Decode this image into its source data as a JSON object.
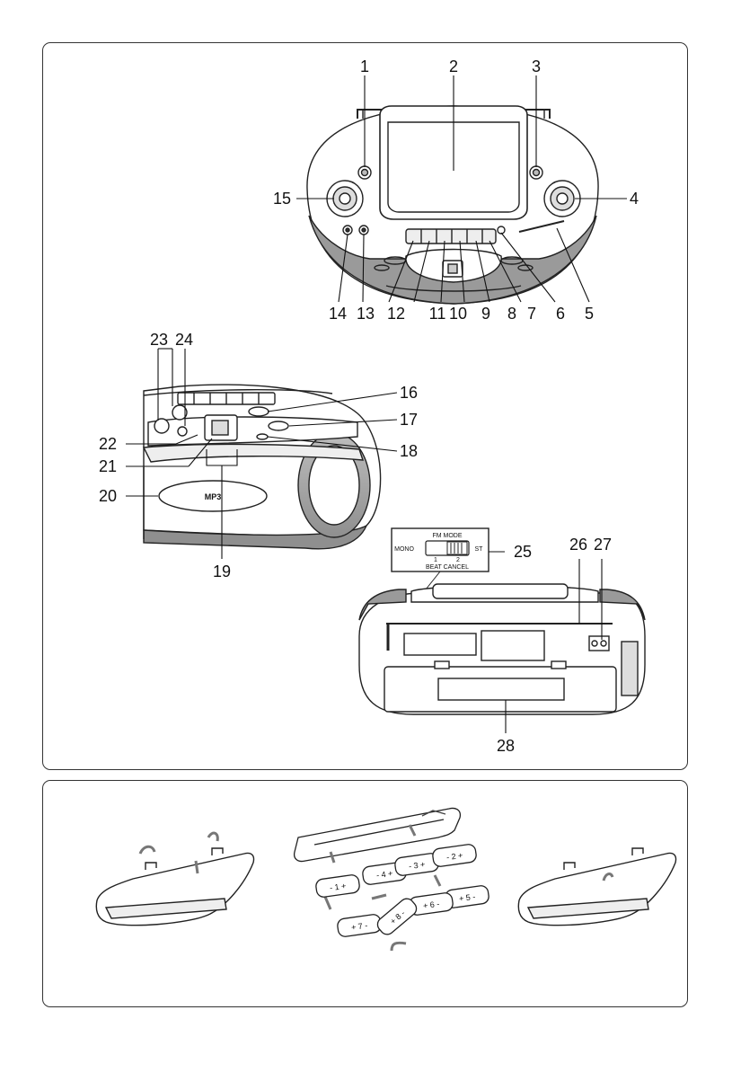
{
  "callouts": [
    "1",
    "2",
    "3",
    "4",
    "5",
    "6",
    "7",
    "8",
    "9",
    "10",
    "11",
    "12",
    "13",
    "14",
    "15",
    "16",
    "17",
    "18",
    "19",
    "20",
    "21",
    "22",
    "23",
    "24",
    "25",
    "26",
    "27",
    "28"
  ],
  "fm_switch": {
    "title": "FM MODE",
    "left": "MONO",
    "right": "ST",
    "pos1": "1",
    "pos2": "2",
    "bottom": "BEAT CANCEL"
  },
  "front_badge": "MP3",
  "battery_labels": [
    "- 1 +",
    "- 2 +",
    "- 3 +",
    "- 4 +",
    "+ 5 -",
    "+ 6 -",
    "+ 7 -",
    "+ 8 -"
  ]
}
